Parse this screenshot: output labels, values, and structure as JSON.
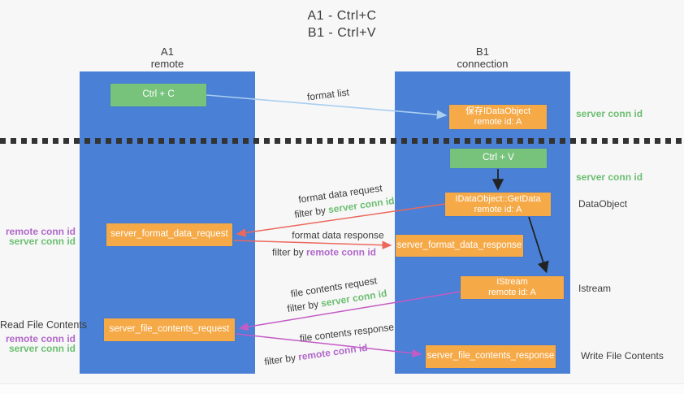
{
  "title": {
    "line1": "A1 - Ctrl+C",
    "line2": "B1 - Ctrl+V"
  },
  "lifelines": {
    "left": {
      "name": "A1",
      "role": "remote"
    },
    "right": {
      "name": "B1",
      "role": "connection"
    }
  },
  "boxes": {
    "ctrl_c": {
      "label": "Ctrl + C"
    },
    "save_dataobject": {
      "line1": "保存IDataObject",
      "line2": "remote id: A"
    },
    "ctrl_v": {
      "label": "Ctrl + V"
    },
    "getdata": {
      "line1": "IDataObject::GetData",
      "line2": "remote id: A"
    },
    "format_request": {
      "label": "server_format_data_request"
    },
    "format_response": {
      "label": "server_format_data_response"
    },
    "istream": {
      "line1": "IStream",
      "line2": "remote id: A"
    },
    "file_request": {
      "label": "server_file_contents_request"
    },
    "file_response": {
      "label": "server_file_contents_response"
    }
  },
  "arrow_labels": {
    "format_list": "format list",
    "format_data_request": "format data request",
    "format_data_response": "format data response",
    "file_contents_request": "file contents request",
    "file_contents_response": "file contents response",
    "filter_by": "filter by ",
    "server_conn_id": "server conn id",
    "remote_conn_id": "remote conn id"
  },
  "side_labels": {
    "right": {
      "server_conn_id_top": "server conn id",
      "server_conn_id_mid": "server conn id",
      "dataobject": "DataObject",
      "istream": "Istream",
      "write_file_contents": "Write File Contents"
    },
    "left": {
      "remote_conn_id_top": "remote conn id",
      "server_conn_id_top": "server conn id",
      "read_file_contents": "Read File Contents",
      "remote_conn_id_bottom": "remote conn id",
      "server_conn_id_bottom": "server conn id"
    }
  },
  "colors": {
    "lifeline_blue": "#4a80d5",
    "box_green": "#77c37c",
    "box_orange": "#f5a947",
    "arrow_lightblue": "#a9cef0",
    "arrow_red": "#ec685c",
    "arrow_magenta": "#c45bc4",
    "arrow_black": "#222222",
    "dotted_line": "#333333",
    "text_green": "#6cbf70",
    "text_purple": "#b168c9",
    "text_dark": "#3c3c3c"
  }
}
